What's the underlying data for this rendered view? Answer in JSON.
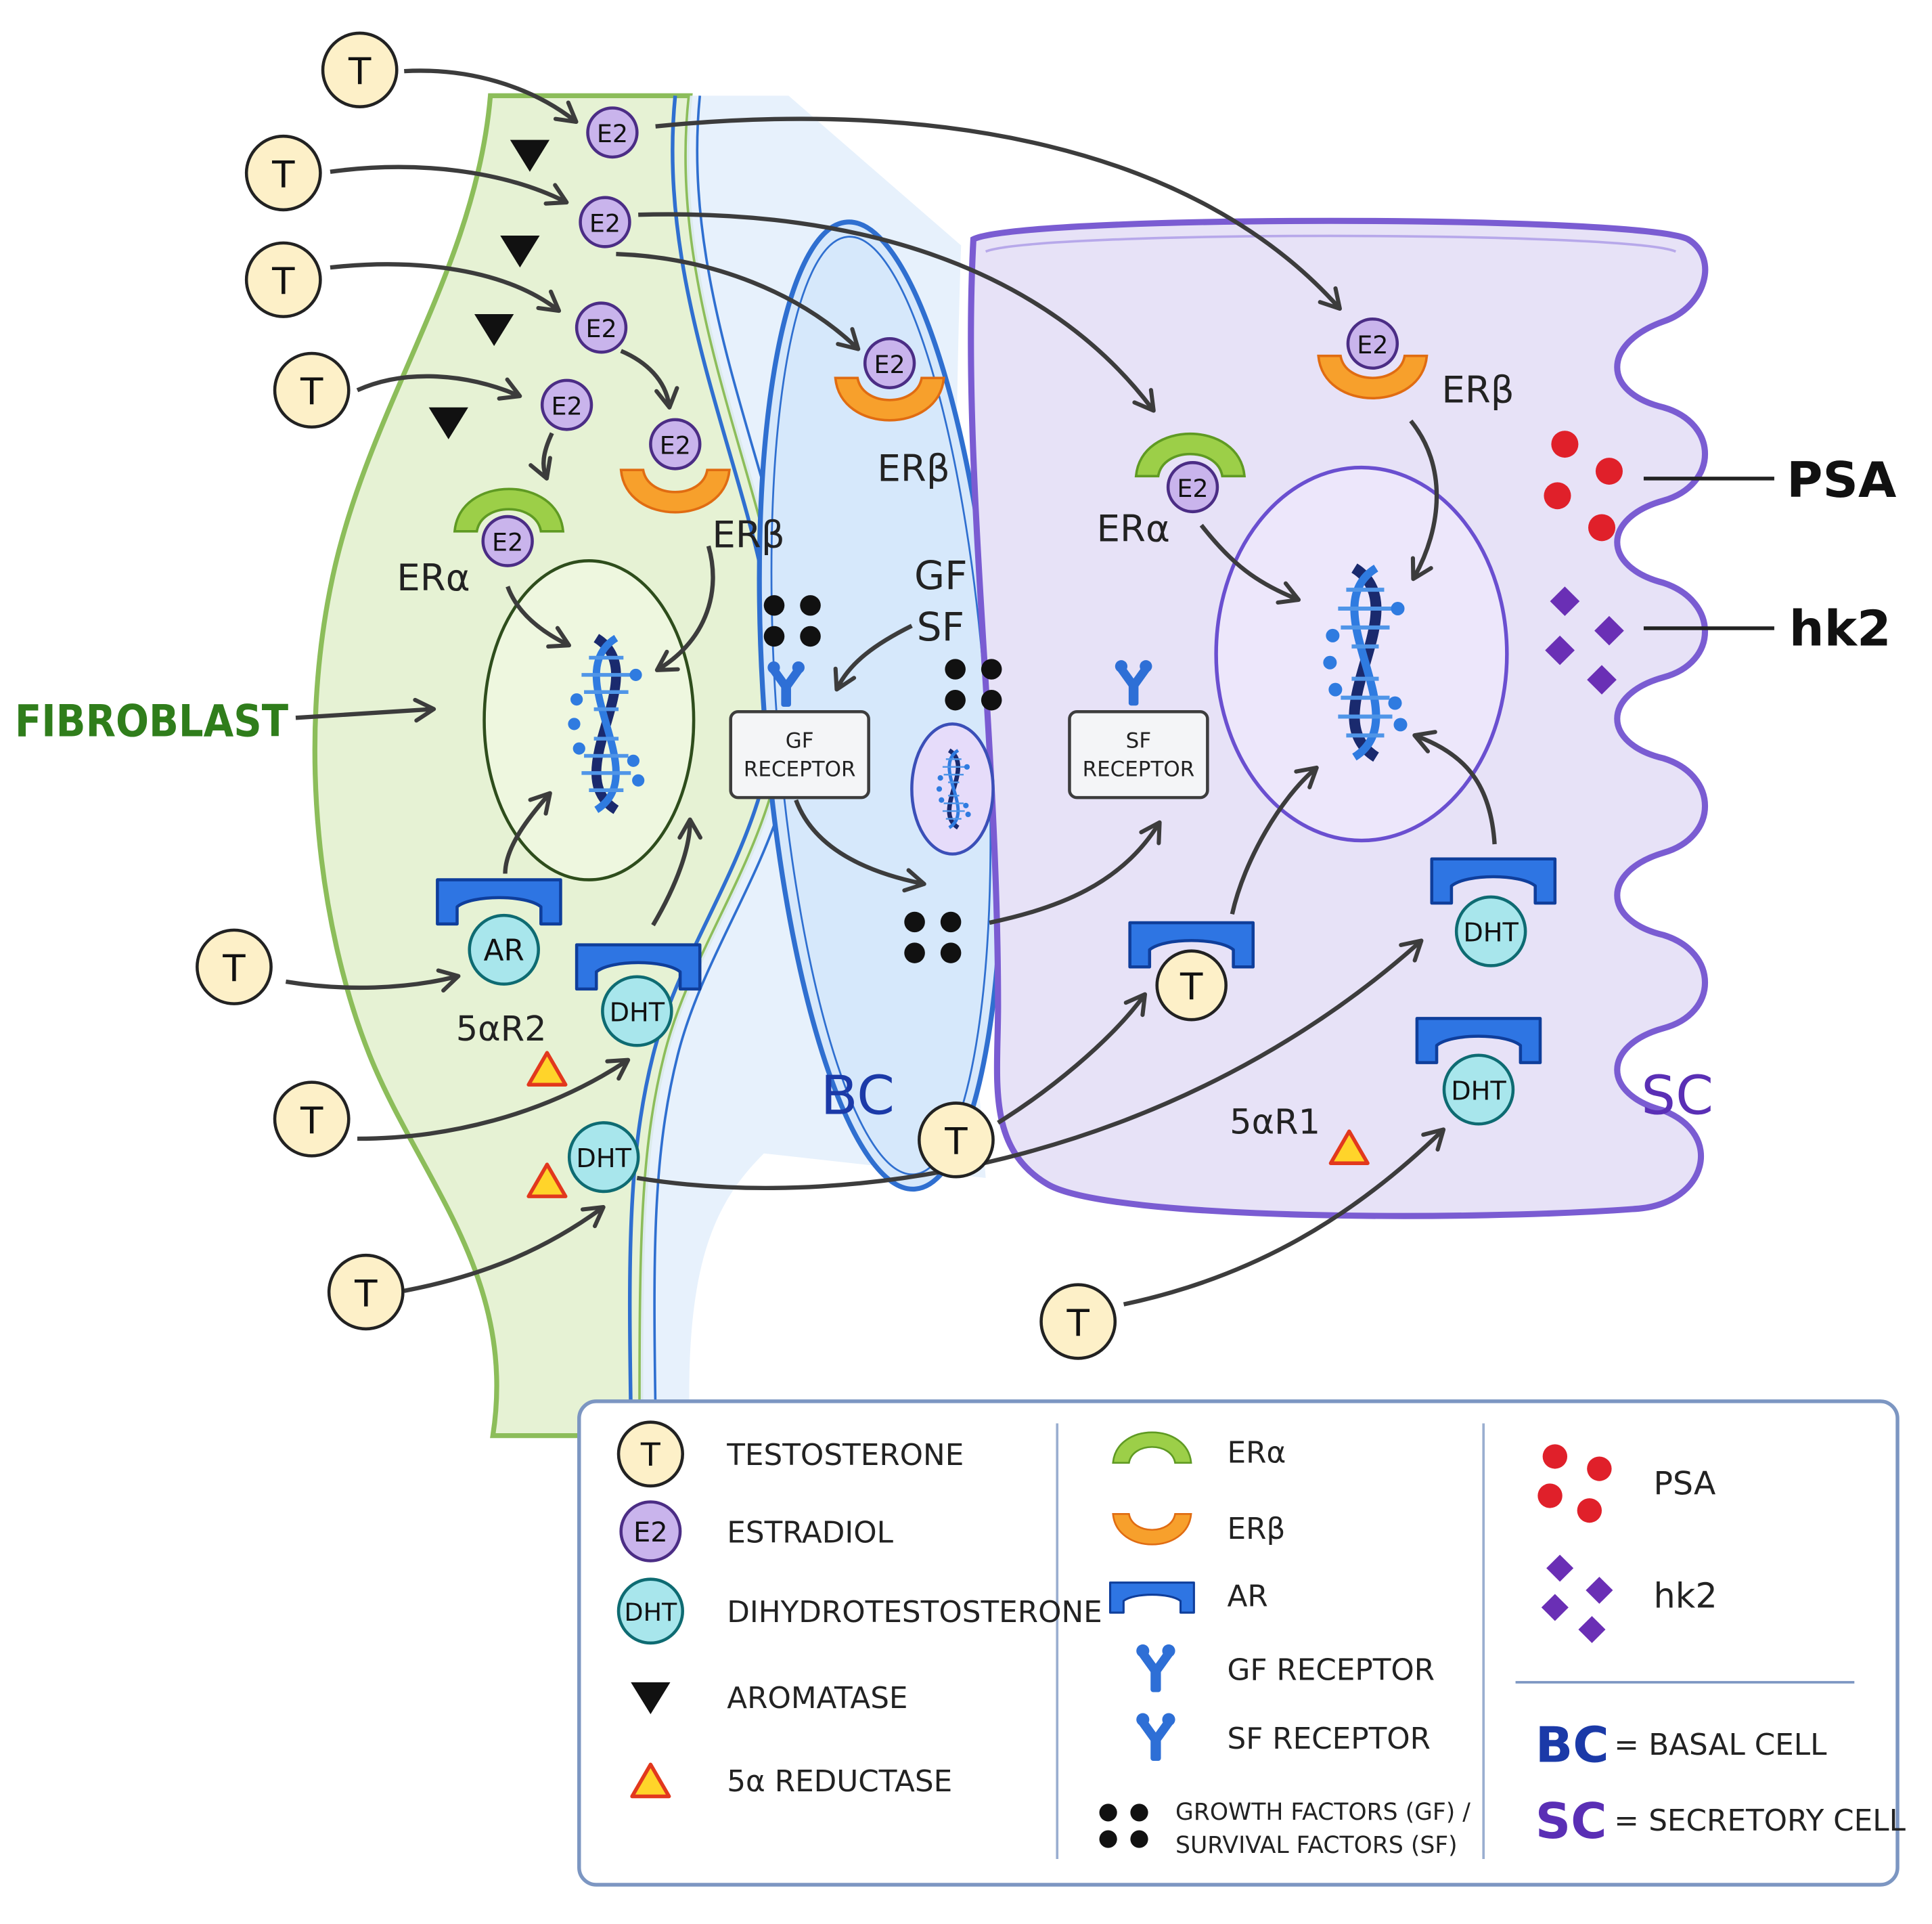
{
  "colors": {
    "fibroblast_fill": "#e6f2d4",
    "fibroblast_edge": "#8cbd5a",
    "basal_fill": "#d6e8fb",
    "basal_edge": "#2f6fd0",
    "secretory_fill": "#e7e2f7",
    "secretory_edge": "#7a5cd2",
    "testosterone": "#fdf0c8",
    "estradiol": "#c9b4ec",
    "dht": "#a8e6ec",
    "er_alpha": "#8cc63f",
    "er_beta": "#f39a2b",
    "ar": "#1f66d6",
    "psa": "#e0202a",
    "hk2": "#6a2fb5",
    "arrow": "#3c3c3c"
  },
  "labels": {
    "fibroblast": "FIBROBLAST",
    "bc": "BC",
    "sc": "SC",
    "gf_sf_top": "GF",
    "gf_sf_bottom": "SF",
    "gf_receptor_line1": "GF",
    "gf_receptor_line2": "RECEPTOR",
    "sf_receptor_line1": "SF",
    "sf_receptor_line2": "RECEPTOR",
    "psa": "PSA",
    "hk2": "hk2",
    "er_alpha": "ERα",
    "er_beta": "ERβ",
    "ar": "AR",
    "five_ar2": "5αR2",
    "five_ar1": "5αR1"
  },
  "molecules": {
    "t": "T",
    "e2": "E2",
    "dht": "DHT"
  },
  "legend": {
    "col1": [
      {
        "icon": "testosterone-icon",
        "label": "TESTOSTERONE"
      },
      {
        "icon": "estradiol-icon",
        "label": "ESTRADIOL"
      },
      {
        "icon": "dht-icon",
        "label": "DIHYDROTESTOSTERONE"
      },
      {
        "icon": "aromatase-icon",
        "label": "AROMATASE"
      },
      {
        "icon": "5a-reductase-icon",
        "label": "5α REDUCTASE"
      }
    ],
    "col2": [
      {
        "icon": "er-alpha-icon",
        "label": "ERα"
      },
      {
        "icon": "er-beta-icon",
        "label": "ERβ"
      },
      {
        "icon": "ar-icon",
        "label": "AR"
      },
      {
        "icon": "gf-receptor-icon",
        "label": "GF RECEPTOR"
      },
      {
        "icon": "sf-receptor-icon",
        "label": "SF RECEPTOR"
      },
      {
        "icon": "growth-factor-dots-icon",
        "label": "GROWTH FACTORS (GF) /",
        "label2": "SURVIVAL FACTORS (SF)"
      }
    ],
    "col3": [
      {
        "icon": "psa-dots-icon",
        "label": "PSA"
      },
      {
        "icon": "hk2-diamonds-icon",
        "label": "hk2"
      }
    ],
    "abbr": [
      {
        "abbr": "BC",
        "eq": "=",
        "label": "BASAL CELL"
      },
      {
        "abbr": "SC",
        "eq": "=",
        "label": "SECRETORY CELL"
      }
    ]
  }
}
